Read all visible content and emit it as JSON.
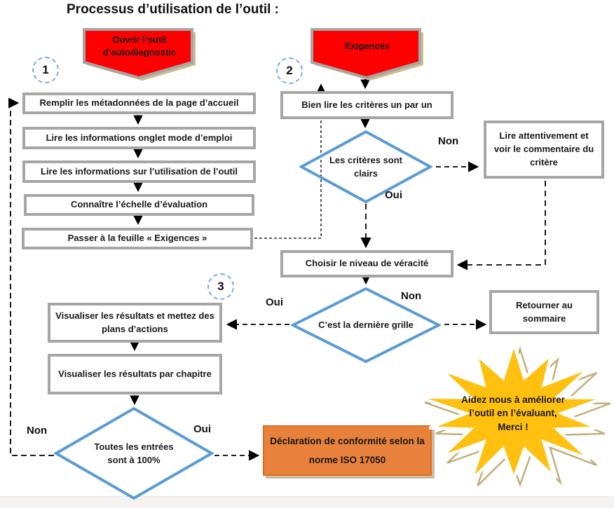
{
  "title": "Processus d’utilisation de l’outil :",
  "colors": {
    "banner_red": "#FE0000",
    "shape_border_gray": "#A6A6A6",
    "diamond_blue": "#5B9BD5",
    "badge_blue": "#79ABDE",
    "declaration_orange": "#E8813B",
    "star_gold": "#FFC010",
    "shadow_tan": "#CBBD8E"
  },
  "step_badges": [
    {
      "number": "1"
    },
    {
      "number": "2"
    },
    {
      "number": "3"
    }
  ],
  "banners": {
    "open_tool": "Ouvrir l’outil d’autodiagnostic",
    "exigences": "Exigences"
  },
  "nodes": {
    "remplir": "Remplir les métadonnées de la page d’accueil",
    "lire_onglet": "Lire les informations onglet mode d’emploi",
    "lire_utilisation": "Lire les informations sur l’utilisation de l’outil",
    "connaitre_echelle": "Connaître l’échelle d’évaluation",
    "passer_feuille": "Passer à la feuille « Exigences »",
    "bien_lire": "Bien lire les critères un par un",
    "criteres_clairs": "Les critères sont clairs",
    "lire_attentivement": "Lire attentivement et voir le commentaire du critère",
    "choisir_niveau": "Choisir le niveau de véracité",
    "derniere_grille": "C’est la dernière grille",
    "retourner_sommaire": "Retourner au sommaire",
    "visualiser_plans": "Visualiser les résultats et mettez des plans d’actions",
    "visualiser_chapitre": "Visualiser les résultats par chapitre",
    "toutes_entrees": "Toutes les entrées sont à 100%",
    "declaration": "Déclaration de conformité selon la norme ISO 17050",
    "starburst": "Aidez nous à améliorer l’outil en l’évaluant, Merci !"
  },
  "decisions": {
    "yes": "Oui",
    "no": "Non"
  }
}
